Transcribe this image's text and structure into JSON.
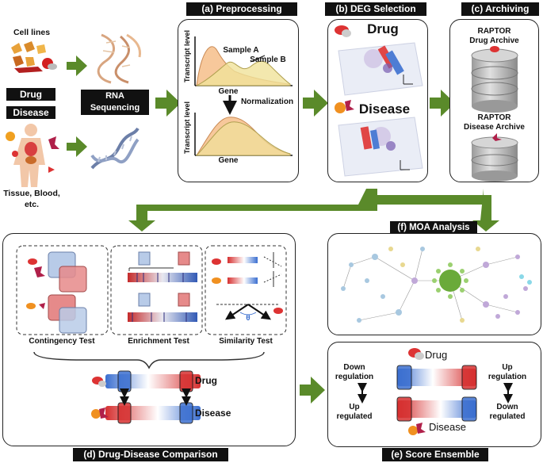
{
  "input": {
    "cell_lines": "Cell lines",
    "drug": "Drug",
    "disease": "Disease",
    "tissue": "Tissue, Blood,",
    "etc": "etc."
  },
  "rna_seq": {
    "line1": "RNA",
    "line2": "Sequencing"
  },
  "preprocessing": {
    "title": "(a) Preprocessing",
    "ylabel": "Transcript level",
    "xlabel": "Gene",
    "sample_a": "Sample A",
    "sample_b": "Sample B",
    "normalization": "Normalization"
  },
  "deg": {
    "title": "(b) DEG Selection",
    "drug": "Drug",
    "disease": "Disease"
  },
  "archiving": {
    "title": "(c) Archiving",
    "drug_archive_1": "RAPTOR",
    "drug_archive_2": "Drug Archive",
    "disease_archive_1": "RAPTOR",
    "disease_archive_2": "Disease Archive"
  },
  "comparison": {
    "title": "(d) Drug-Disease Comparison",
    "contingency": "Contingency Test",
    "enrichment": "Enrichment Test",
    "similarity": "Similarity Test",
    "theta": "θ",
    "drug": "Drug",
    "disease": "Disease"
  },
  "moa": {
    "title": "(f) MOA Analysis"
  },
  "ensemble": {
    "title": "(e) Score Ensemble",
    "drug": "Drug",
    "disease": "Disease",
    "down_reg_1": "Down",
    "down_reg_2": "regulation",
    "up_reg_1": "Up",
    "up_reg_2": "regulation",
    "up_regd_1": "Up",
    "up_regd_2": "regulated",
    "down_regd_1": "Down",
    "down_regd_2": "regulated"
  },
  "colors": {
    "arrow": "#5a8a2a",
    "red": "#d33",
    "blue": "#4a78c8",
    "archive_grey": "#b8b8b8"
  }
}
